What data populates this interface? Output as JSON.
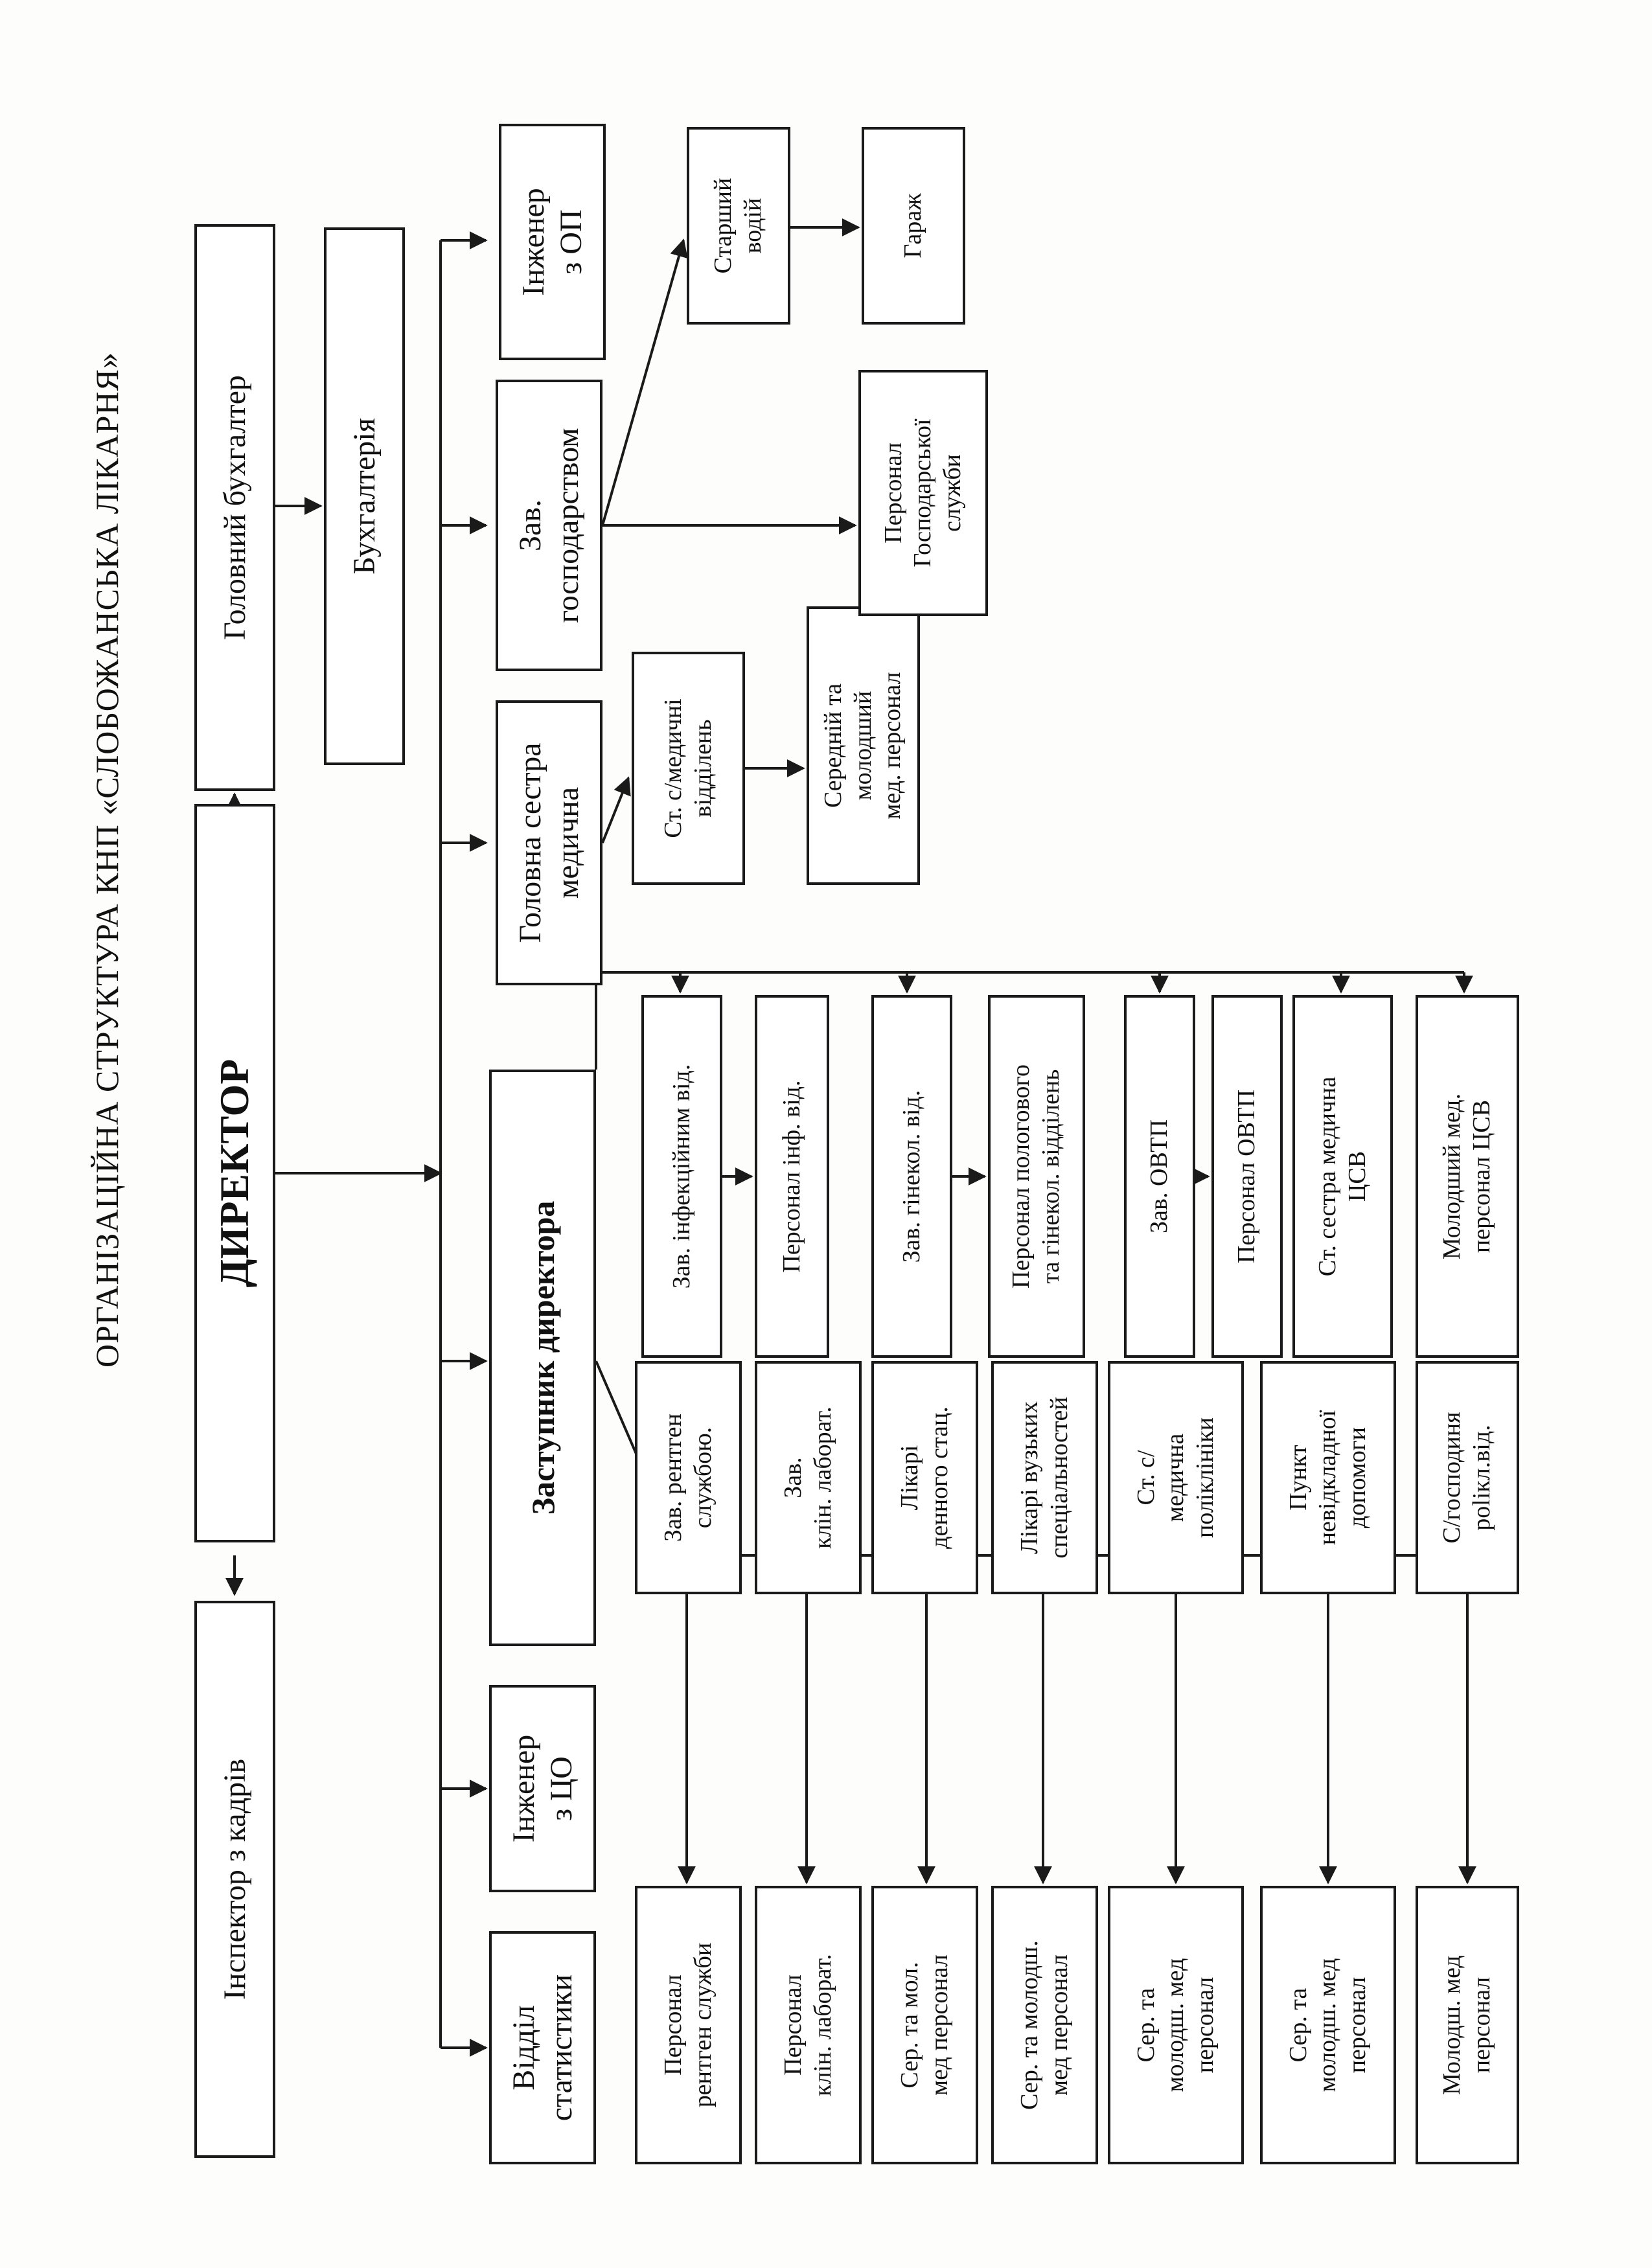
{
  "title": "ОРГАНІЗАЦІЙНА СТРУКТУРА КНП «СЛОБОЖАНСЬКА ЛІКАРНЯ»",
  "boxes": {
    "inspector": "Інспектор з кадрів",
    "director": "ДИРЕКТОР",
    "chief_accountant": "Головний бухгалтер",
    "accounting": "Бухгалтерія",
    "deputy": "Заступник директора",
    "head_nurse": "Головна сестра\nмедична",
    "household": "Зав.\nгосподарством",
    "engineer_op": "Інженер\nз ОП",
    "senior_driver": "Старший\nводій",
    "garage": "Гараж",
    "household_staff": "Персонал\nГосподарської\nслужби",
    "senior_nurse_dept": "Ст. с/медичні\nвідділень",
    "mid_junior_staff": "Середній та\nмолодший\nмед. персонал",
    "stats": "Відділ\nстатистики",
    "engineer_co": "Інженер\nз ЦО",
    "xray_head": "Зав. рентген\nслужбою.",
    "xray_staff": "Персонал\nрентген служби",
    "lab_head": "Зав.\nклін. лаборат.",
    "lab_staff": "Персонал\nклін. лаборат.",
    "day_doctors": "Лікарі\nденного стац.",
    "day_staff": "Сер. та мол.\nмед персонал",
    "specialists": "Лікарі вузьких\nспеціальностей",
    "spec_staff": "Сер. та молодш.\nмед персонал",
    "poly_nurse": "Ст. с/\nмедична\nполіклініки",
    "poly_staff": "Сер. та\nмолодш. мед\nперсонал",
    "emergency": "Пункт\nневідкладної\nдопомоги",
    "emerg_staff": "Сер. та\nмолодш. мед\nперсонал",
    "housekeeper": "С/господиня\npolікл.від.",
    "housekeeper_staff": "Молодш. мед\nперсонал",
    "infect_head": "Зав. інфекційним від.",
    "infect_staff": "Персонал інф. від.",
    "gyn_head": "Зав. гінекол. від.",
    "gyn_staff": "Персонал пологового\nта гінекол. відділень",
    "ovtp_head": "Зав. ОВТП",
    "ovtp_staff": "Персонал ОВТП",
    "csv_nurse": "Ст. сестра медична\nЦСВ",
    "csv_staff": "Молодший мед.\nперсонал ЦСВ"
  }
}
